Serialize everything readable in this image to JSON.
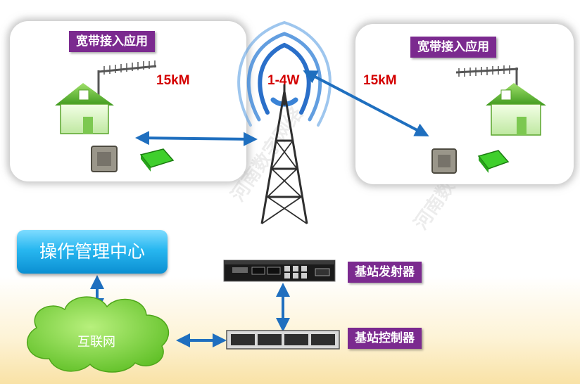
{
  "panels": {
    "left_title": "宽带接入应用",
    "right_title": "宽带接入应用"
  },
  "labels": {
    "left_distance": "15kM",
    "power": "1-4W",
    "right_distance": "15kM",
    "management_center": "操作管理中心",
    "internet": "互联网",
    "transmitter": "基站发射器",
    "controller": "基站控制器"
  },
  "colors": {
    "tag_purple": "#7b2a8f",
    "arrow_blue": "#1f6fbf",
    "distance_red": "#d40000",
    "cloud_green": "#7bd13c"
  }
}
